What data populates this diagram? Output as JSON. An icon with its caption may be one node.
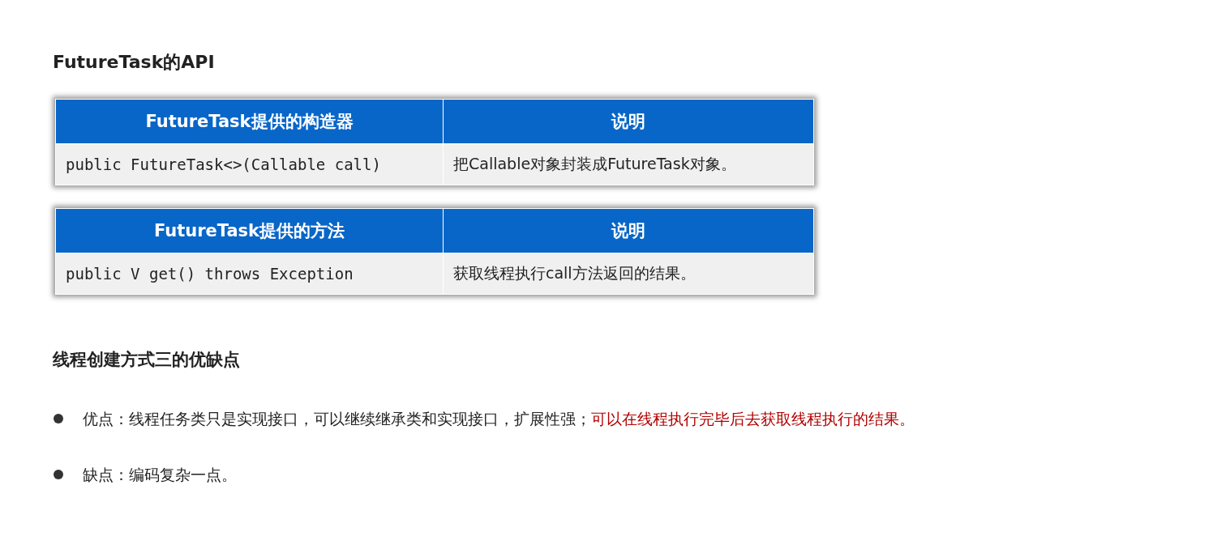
{
  "diagram": {
    "title": "FutureTask的API",
    "labels": [
      "FutureTask提供的构造器",
      "说明",
      "public FutureTask<>(Callable call)",
      "把Callable对象封装成FutureTask对象。",
      "FutureTask提供的方法",
      "说明",
      "public V get() throws Exception",
      "获取线程执行call方法返回的结果。",
      "线程创建方式三的优缺点",
      "优点：线程任务类只是实现接口，可以继续继承类和实现接口，扩展性强；",
      "可以在线程执行完毕后去获取线程执行的结果。",
      "缺点：编码复杂一点。"
    ]
  }
}
